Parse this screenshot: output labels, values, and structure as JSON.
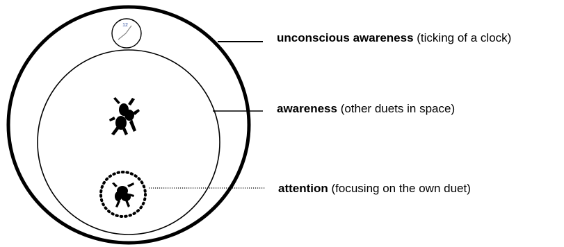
{
  "labels": {
    "unconscious": {
      "term": "unconscious awareness",
      "detail": "(ticking of a clock)"
    },
    "awareness": {
      "term": "awareness",
      "detail": "(other duets in space)"
    },
    "attention": {
      "term": "attention",
      "detail": "(focusing on the own duet)"
    }
  },
  "clock": {
    "number": "12",
    "number_color": "#2b4a9c"
  },
  "colors": {
    "stroke": "#000000",
    "background": "#ffffff"
  }
}
